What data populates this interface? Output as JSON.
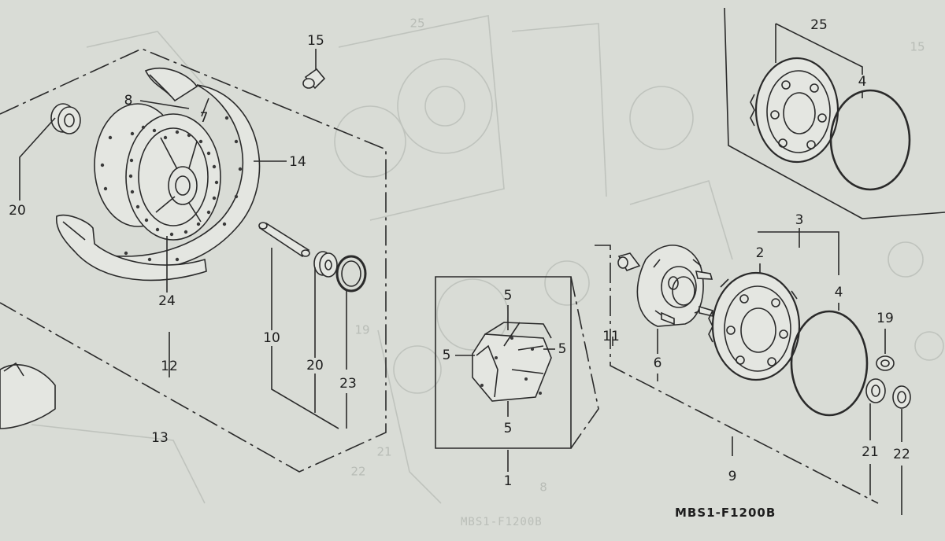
{
  "diagram": {
    "drawing_code": "MBS1-F1200B",
    "ghost_drawing_code": "MBS1-F1200B",
    "callouts": [
      {
        "id": "c15",
        "label": "15"
      },
      {
        "id": "c8",
        "label": "8"
      },
      {
        "id": "c7",
        "label": "7"
      },
      {
        "id": "c14",
        "label": "14"
      },
      {
        "id": "c20a",
        "label": "20"
      },
      {
        "id": "c24",
        "label": "24"
      },
      {
        "id": "c12",
        "label": "12"
      },
      {
        "id": "c13",
        "label": "13"
      },
      {
        "id": "c10",
        "label": "10"
      },
      {
        "id": "c20b",
        "label": "20"
      },
      {
        "id": "c23",
        "label": "23"
      },
      {
        "id": "c5a",
        "label": "5"
      },
      {
        "id": "c5b",
        "label": "5"
      },
      {
        "id": "c5c",
        "label": "5"
      },
      {
        "id": "c5d",
        "label": "5"
      },
      {
        "id": "c1",
        "label": "1"
      },
      {
        "id": "c11",
        "label": "11"
      },
      {
        "id": "c6",
        "label": "6"
      },
      {
        "id": "c3",
        "label": "3"
      },
      {
        "id": "c2",
        "label": "2"
      },
      {
        "id": "c4a",
        "label": "4"
      },
      {
        "id": "c19",
        "label": "19"
      },
      {
        "id": "c21",
        "label": "21"
      },
      {
        "id": "c22",
        "label": "22"
      },
      {
        "id": "c9",
        "label": "9"
      },
      {
        "id": "c25",
        "label": "25"
      },
      {
        "id": "c4b",
        "label": "4"
      }
    ],
    "ghost_labels": [
      {
        "id": "g25",
        "label": "25"
      },
      {
        "id": "g15",
        "label": "15"
      },
      {
        "id": "g19",
        "label": "19"
      },
      {
        "id": "g22",
        "label": "22"
      },
      {
        "id": "g21",
        "label": "21"
      },
      {
        "id": "g8",
        "label": "8"
      }
    ]
  }
}
